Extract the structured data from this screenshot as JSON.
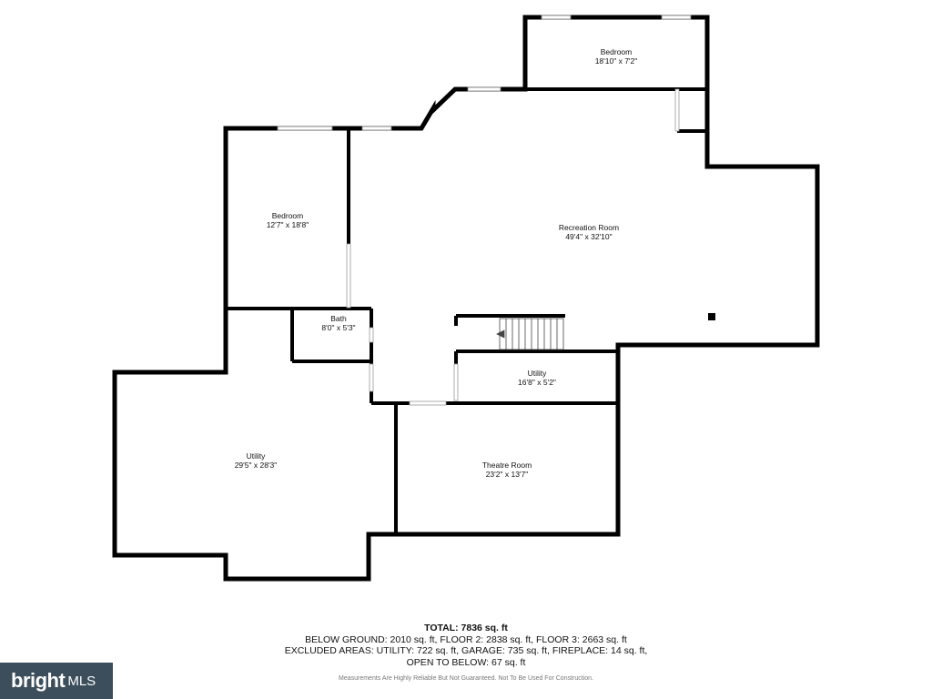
{
  "rooms": {
    "bedroom_top": {
      "name": "Bedroom",
      "dims": "18'10\" x 7'2\""
    },
    "bedroom_left": {
      "name": "Bedroom",
      "dims": "12'7\" x 18'8\""
    },
    "recreation": {
      "name": "Recreation Room",
      "dims": "49'4\" x 32'10\""
    },
    "bath": {
      "name": "Bath",
      "dims": "8'0\" x 5'3\""
    },
    "utility_small": {
      "name": "Utility",
      "dims": "16'8\" x 5'2\""
    },
    "utility_large": {
      "name": "Utility",
      "dims": "29'5\" x 28'3\""
    },
    "theatre": {
      "name": "Theatre Room",
      "dims": "23'2\" x 13'7\""
    }
  },
  "summary": {
    "total": "TOTAL: 7836 sq. ft",
    "line1": "BELOW GROUND: 2010 sq. ft, FLOOR 2: 2838 sq. ft, FLOOR 3: 2663 sq. ft",
    "line2": "EXCLUDED AREAS: UTILITY: 722 sq. ft, GARAGE: 735 sq. ft, FIREPLACE: 14 sq. ft,",
    "line3": "OPEN TO BELOW: 67 sq. ft"
  },
  "disclaimer": "Measurements Are Highly Reliable But Not Guaranteed. Not To Be Used For Construction.",
  "logo": {
    "brand": "bright",
    "suffix": "MLS"
  }
}
